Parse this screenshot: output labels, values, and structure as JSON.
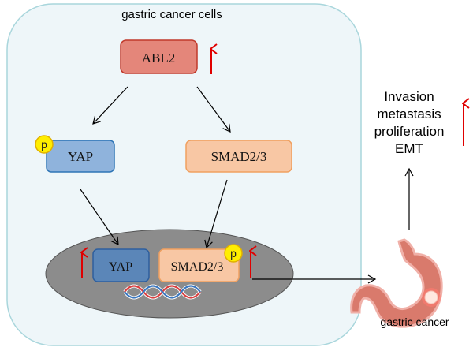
{
  "cell": {
    "title": "gastric cancer cells"
  },
  "nodes": {
    "abl2": {
      "label": "ABL2",
      "fill": "#e4867a",
      "stroke": "#c0392b",
      "trend": "up"
    },
    "yap_cyto": {
      "label": "YAP",
      "fill": "#8fb3dc",
      "stroke": "#2e75b6",
      "modification": "p"
    },
    "smad_cyto": {
      "label": "SMAD2/3",
      "fill": "#f8c7a4",
      "stroke": "#f0a060"
    },
    "yap_nuc": {
      "label": "YAP",
      "fill": "#5b86b8",
      "stroke": "#2e5f9e",
      "trend": "up"
    },
    "smad_nuc": {
      "label": "SMAD2/3",
      "fill": "#f8c7a4",
      "stroke": "#f0a060",
      "modification": "p",
      "trend": "up"
    }
  },
  "nucleus": {
    "fill": "#8c8c8c"
  },
  "phospho": {
    "label": "p",
    "fill": "#ffee00",
    "stroke": "#e0b000"
  },
  "outcomes": {
    "lines": [
      "Invasion",
      "metastasis",
      "proliferation",
      "EMT"
    ],
    "trend": "up"
  },
  "organ": {
    "label": "gastric cancer"
  },
  "colors": {
    "up_arrow": "#e00000",
    "cell_fill": "#eef6f9",
    "cell_stroke": "#a9d6dc"
  }
}
